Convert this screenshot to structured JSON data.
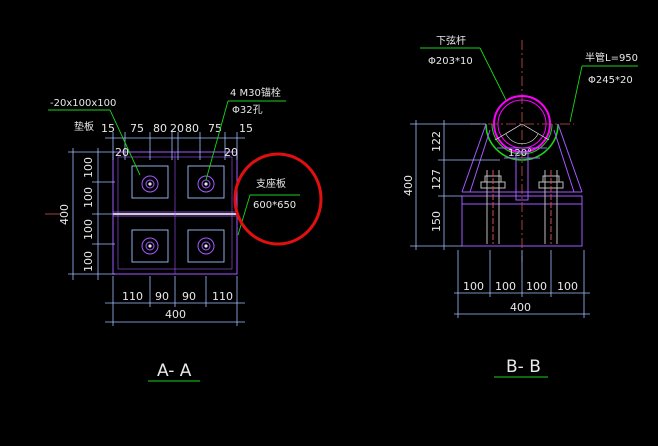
{
  "colors": {
    "background": "#000000",
    "outline": "#a259ff",
    "dimension": "#a0c0ff",
    "leader": "#19d419",
    "bolt": "#bbbbbb",
    "pipe": "#ff00ff",
    "highlight_circle": "#e01010",
    "centerline": "#d05050",
    "text": "#e8e8e8"
  },
  "view_aa": {
    "title": "A- A",
    "pad_spec": "-20x100x100",
    "pad_label": "垫板",
    "bolt_spec": "4 M30锚栓",
    "hole_spec": "Φ32孔",
    "support_plate_label": "支座板",
    "support_plate_size": "600*650",
    "top_dims": [
      "15",
      "75",
      "80",
      "20",
      "80",
      "75",
      "15"
    ],
    "top_dims2": [
      "20",
      "20"
    ],
    "bottom_dims": [
      "110",
      "90",
      "90",
      "110"
    ],
    "bottom_total": "400",
    "left_dims": [
      "100",
      "100",
      "100",
      "100"
    ],
    "left_total": "400"
  },
  "view_bb": {
    "title": "B- B",
    "lower_chord_label": "下弦杆",
    "lower_chord_size": "Φ203*10",
    "half_pipe_label": "半管L=950",
    "half_pipe_size": "Φ245*20",
    "angle": "120°",
    "left_dims": [
      "122",
      "127",
      "150"
    ],
    "left_total": "400",
    "bottom_dims": [
      "100",
      "100",
      "100",
      "100"
    ],
    "bottom_total": "400"
  }
}
